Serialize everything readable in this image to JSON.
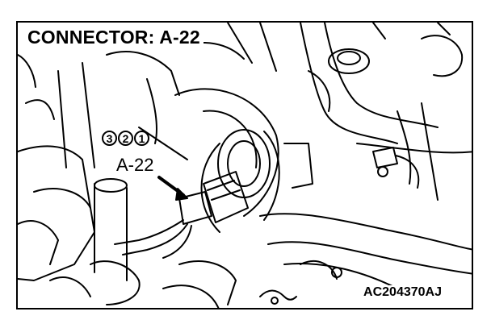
{
  "title": "CONNECTOR: A-22",
  "connector_label": "A-22",
  "pins": [
    "3",
    "2",
    "1"
  ],
  "figure_code": "AC204370AJ"
}
